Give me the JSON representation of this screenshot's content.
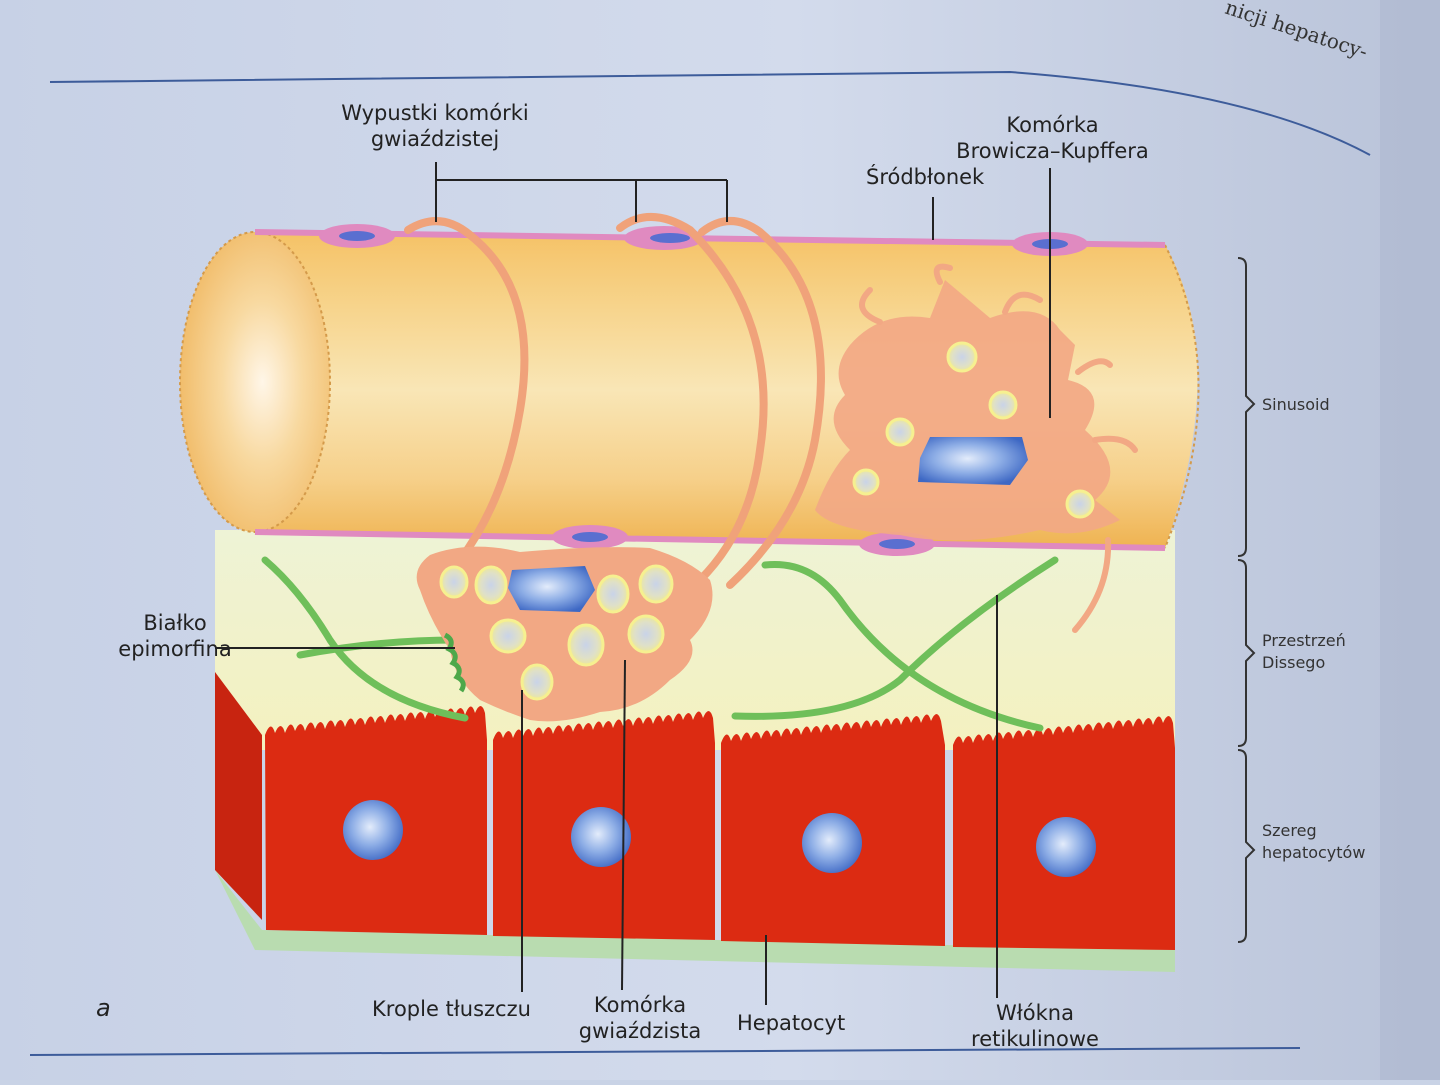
{
  "page_header_fragment": "nicji hepatocy-",
  "figure_letter": "a",
  "labels": {
    "stellate_processes": [
      "Wypustki komórki",
      "gwiaździstej"
    ],
    "kupffer_cell": [
      "Komórka",
      "Browicza–Kupffera"
    ],
    "endothelium": "Śródbłonek",
    "epimorphin": [
      "Białko",
      "epimorfina"
    ],
    "fat_droplets": "Krople tłuszczu",
    "stellate_cell": [
      "Komórka",
      "gwiaździsta"
    ],
    "hepatocyte": "Hepatocyt",
    "reticular_fibers": [
      "Włókna",
      "retikulinowe"
    ]
  },
  "brackets": {
    "sinusoid": "Sinusoid",
    "space_of_disse": [
      "Przestrzeń",
      "Dissego"
    ],
    "hepatocyte_row": [
      "Szereg",
      "hepatocytów"
    ]
  },
  "colors": {
    "page": "#c9d3e6",
    "sinusoid": "#f4c66a",
    "endothelium": "#e08ac0",
    "stellate": "#f0a27a",
    "hepatocyte": "#d92a12",
    "nucleus": "#4f7fd6",
    "fat": "#f6f090",
    "fibers": "#6fbf5a",
    "disse": "#f3f3c7"
  }
}
